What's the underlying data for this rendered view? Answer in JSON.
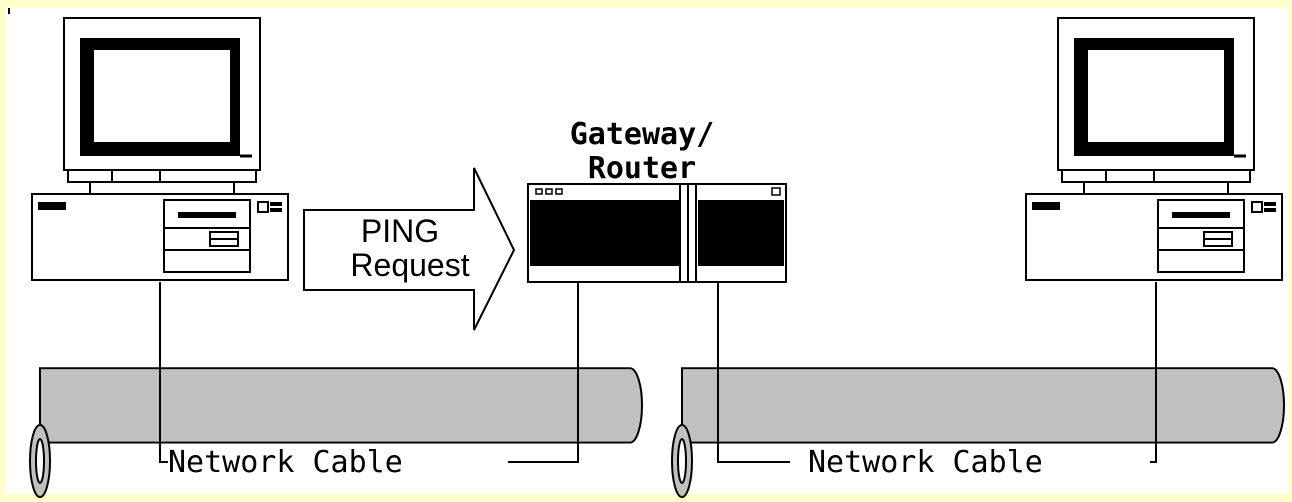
{
  "diagram": {
    "router_label_line1": "Gateway/",
    "router_label_line2": "Router",
    "arrow_label_line1": "PING",
    "arrow_label_line2": "Request",
    "cable_left_label": "Network Cable",
    "cable_right_label": "Network Cable"
  },
  "icons": {
    "left_computer": "desktop-computer-icon",
    "right_computer": "desktop-computer-icon",
    "router": "router-icon",
    "arrow": "right-arrow-icon",
    "cable": "network-cable-icon"
  },
  "colors": {
    "background": "#ffffcc",
    "cable_fill": "#c0c0c0",
    "stroke": "#000000",
    "panel_fill": "#ffffff"
  }
}
